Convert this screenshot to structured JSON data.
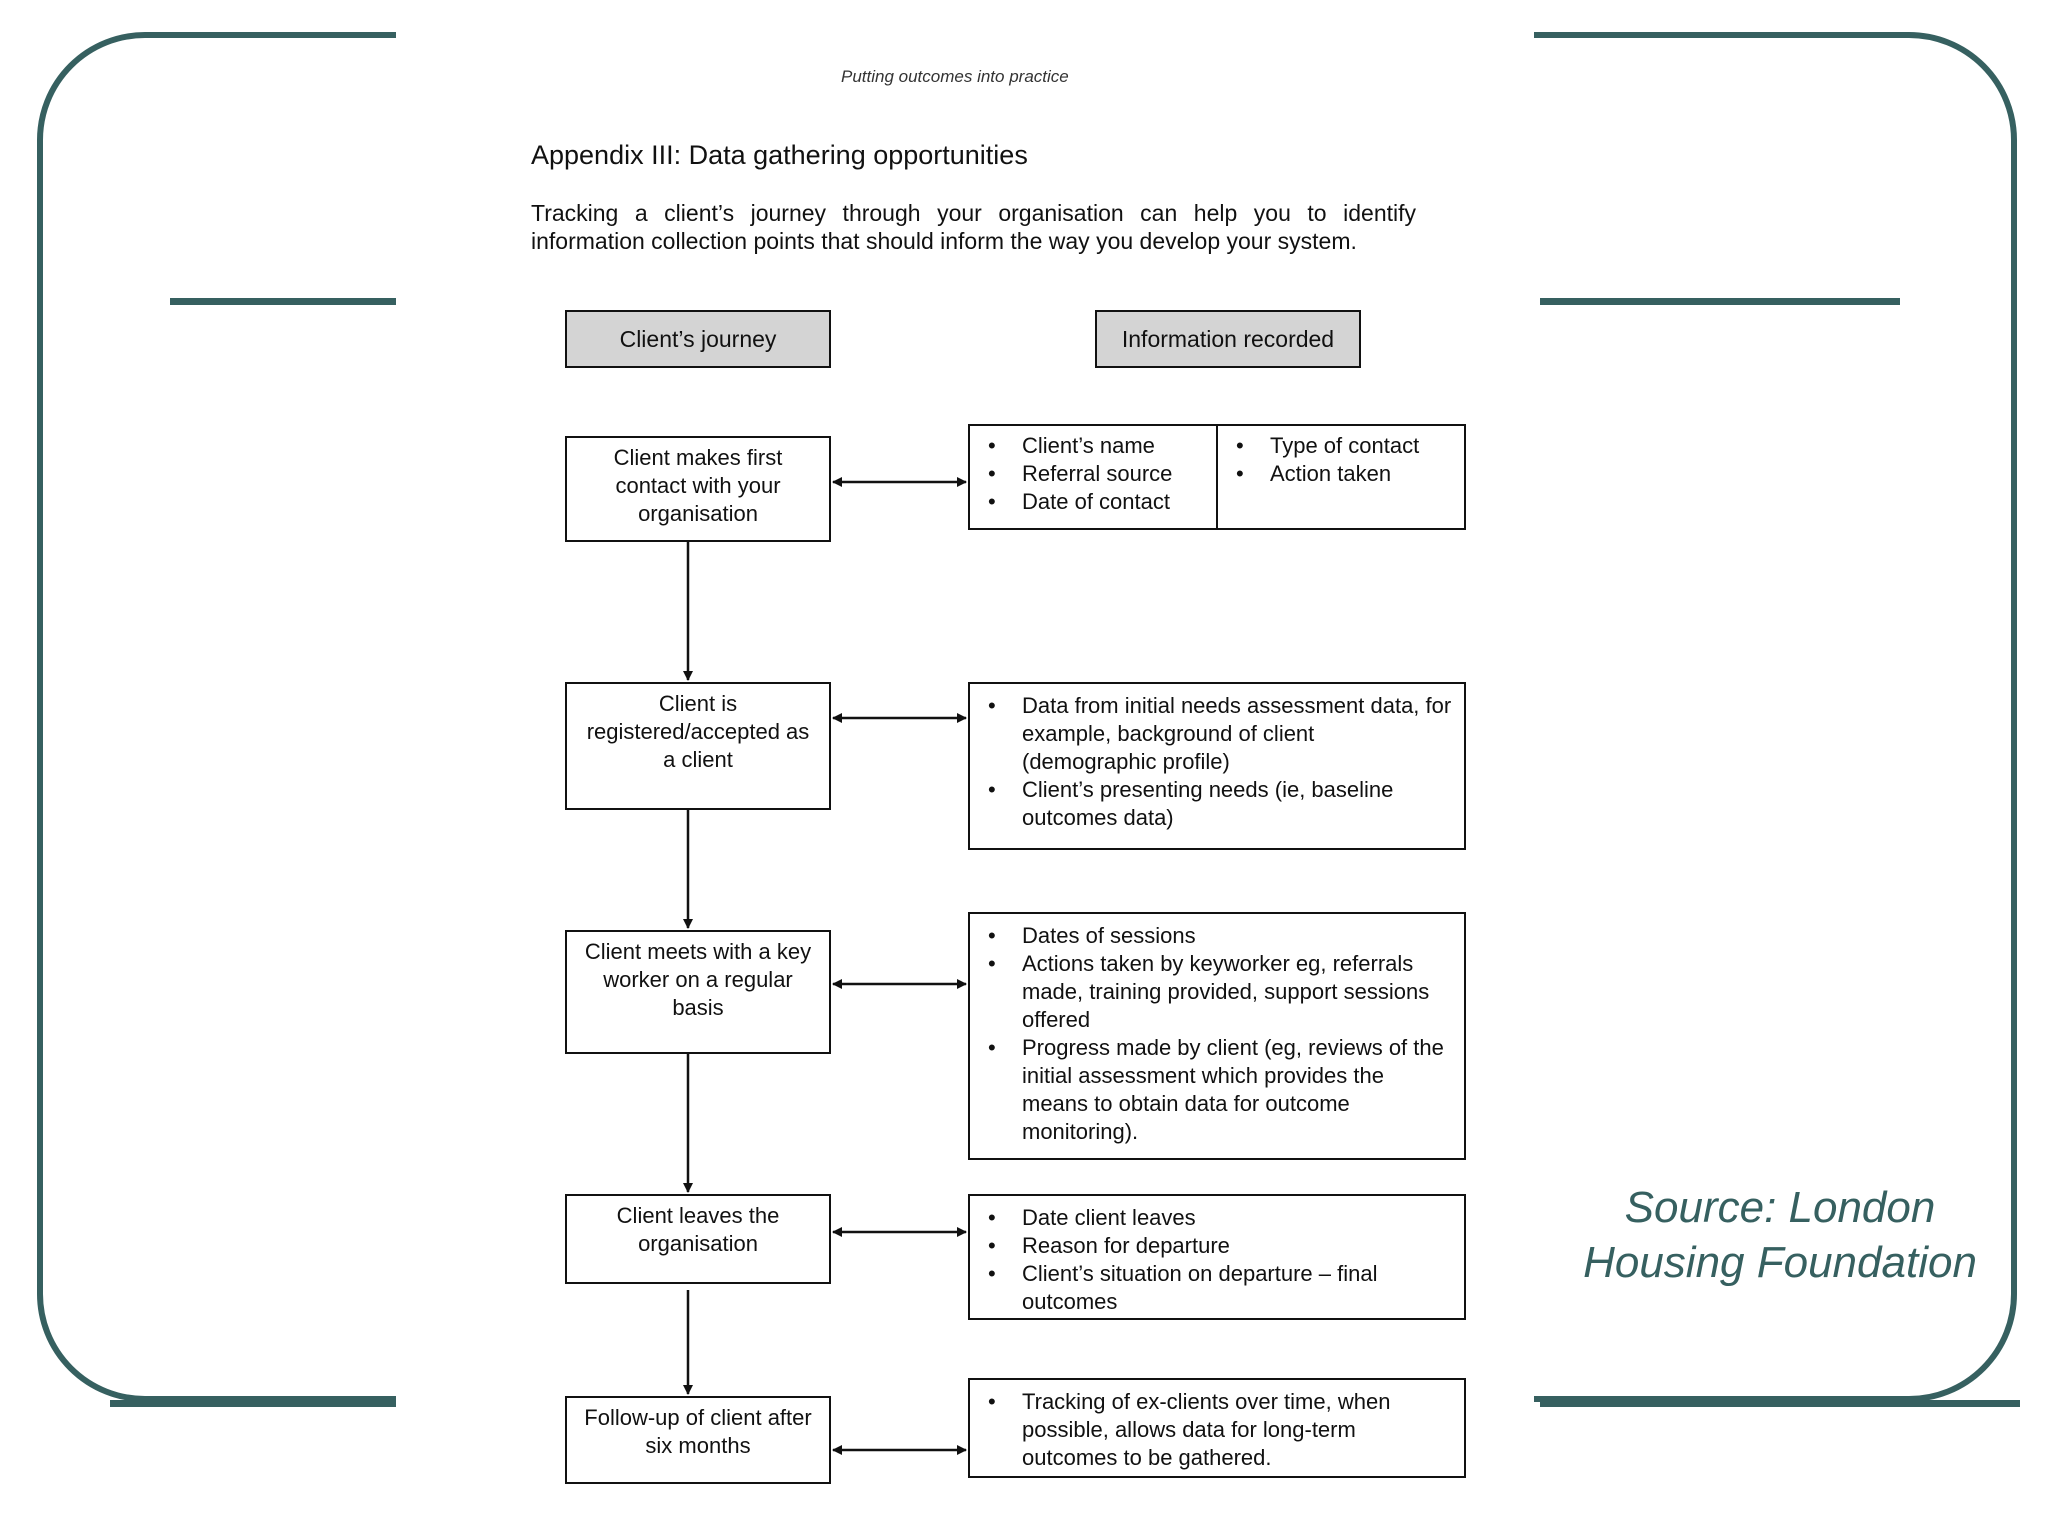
{
  "running_head": "Putting outcomes into practice",
  "appendix_title": "Appendix III:  Data gathering opportunities",
  "intro": "Tracking a client’s journey through your organisation can help you to identify information collection points that should inform the way you develop your system.",
  "headers": {
    "journey": "Client’s journey",
    "information": "Information recorded"
  },
  "steps": [
    {
      "label": "Client makes first contact with your organisation",
      "info_columns": [
        [
          "Client’s name",
          "Referral source",
          "Date of contact"
        ],
        [
          "Type of contact",
          "Action taken"
        ]
      ]
    },
    {
      "label": "Client is registered/accepted as a client",
      "info": [
        "Data from initial needs assessment data, for example, background of client (demographic profile)",
        "Client’s presenting needs (ie, baseline outcomes data)"
      ]
    },
    {
      "label": "Client meets with a key worker on a regular basis",
      "info": [
        "Dates of sessions",
        "Actions taken by keyworker eg, referrals made, training provided, support sessions offered",
        "Progress made by client (eg, reviews of the initial assessment which provides the means to obtain data for outcome monitoring)."
      ]
    },
    {
      "label": "Client leaves the organisation",
      "info": [
        "Date client leaves",
        "Reason for departure",
        "Client’s situation on departure – final outcomes"
      ]
    },
    {
      "label": "Follow-up of client after six months",
      "info": [
        "Tracking of ex-clients over time, when possible, allows data for long-term outcomes to be gathered."
      ]
    }
  ],
  "source": "Source: London Housing Foundation",
  "colors": {
    "accent": "#366060",
    "header_fill": "#d4d4d4",
    "ink": "#111111"
  }
}
